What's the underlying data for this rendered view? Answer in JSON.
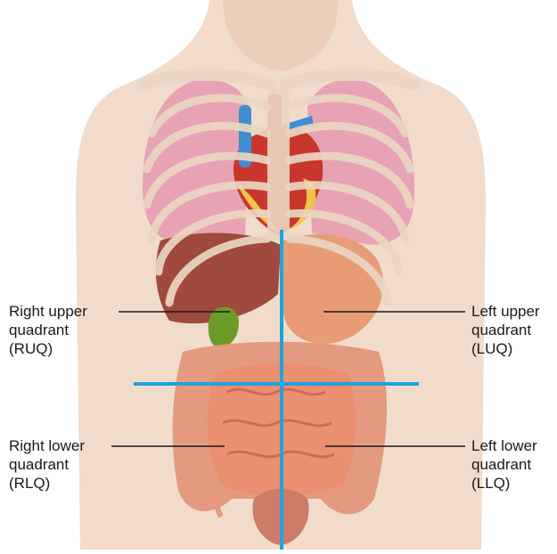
{
  "labels": {
    "ruq": {
      "line1": "Right upper",
      "line2": "quadrant",
      "line3": "(RUQ)"
    },
    "luq": {
      "line1": "Left upper",
      "line2": "quadrant",
      "line3": "(LUQ)"
    },
    "rlq": {
      "line1": "Right lower",
      "line2": "quadrant",
      "line3": "(RLQ)"
    },
    "llq": {
      "line1": "Left lower",
      "line2": "quadrant",
      "line3": "(LLQ)"
    }
  },
  "colors": {
    "quadrant_lines": "#1ea3dc",
    "skin": "#f1dccb",
    "bone": "#ead6c2",
    "lung": "#e7a3b4",
    "liver": "#9f4a3c",
    "stomach": "#e79c76",
    "intestine": "#e49a7e",
    "gallbladder": "#6d9b2a",
    "heart": "#c9362c"
  }
}
